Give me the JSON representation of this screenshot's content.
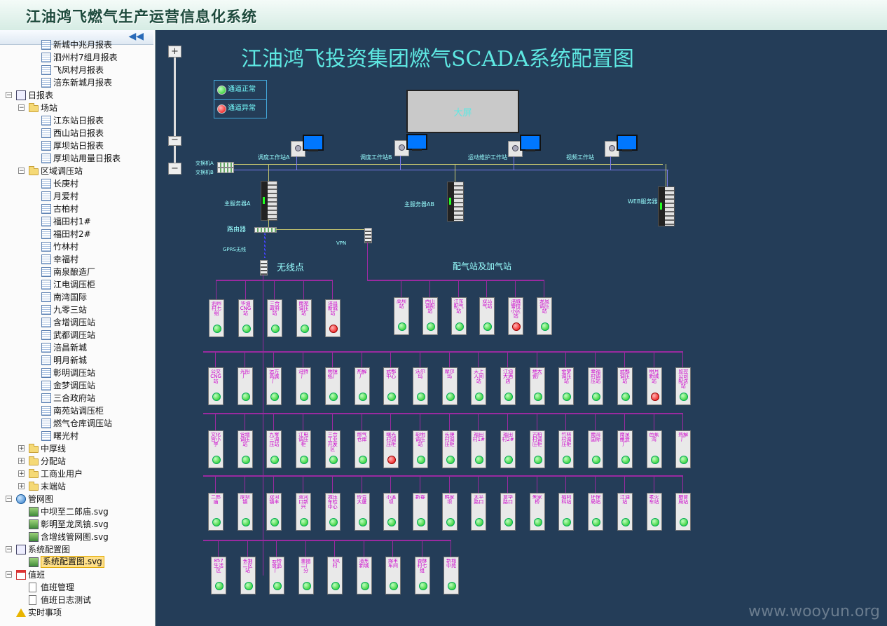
{
  "app_title": "江油鸿飞燃气生产运营信息化系统",
  "sidebar": {
    "collapse_icon": "double-left-arrow-icon",
    "tree": [
      {
        "label": "新城中兆月报表",
        "level": 3,
        "icon": "report",
        "partial": true
      },
      {
        "label": "泗州村7组月报表",
        "level": 3,
        "icon": "report"
      },
      {
        "label": "飞凤村月报表",
        "level": 3,
        "icon": "report"
      },
      {
        "label": "涪东新城月报表",
        "level": 3,
        "icon": "report"
      },
      {
        "label": "日报表",
        "level": 1,
        "icon": "book",
        "toggle": "−"
      },
      {
        "label": "场站",
        "level": 2,
        "icon": "folder",
        "toggle": "−"
      },
      {
        "label": "江东站日报表",
        "level": 3,
        "icon": "report"
      },
      {
        "label": "西山站日报表",
        "level": 3,
        "icon": "report"
      },
      {
        "label": "厚坝站日报表",
        "level": 3,
        "icon": "report"
      },
      {
        "label": "厚坝站用量日报表",
        "level": 3,
        "icon": "report"
      },
      {
        "label": "区域调压站",
        "level": 2,
        "icon": "folder",
        "toggle": "−"
      },
      {
        "label": "长庚村",
        "level": 3,
        "icon": "report"
      },
      {
        "label": "月爱村",
        "level": 3,
        "icon": "report"
      },
      {
        "label": "古柏村",
        "level": 3,
        "icon": "report"
      },
      {
        "label": "福田村1#",
        "level": 3,
        "icon": "report"
      },
      {
        "label": "福田村2#",
        "level": 3,
        "icon": "report"
      },
      {
        "label": "竹林村",
        "level": 3,
        "icon": "report"
      },
      {
        "label": "幸福村",
        "level": 3,
        "icon": "report"
      },
      {
        "label": "南泉酿造厂",
        "level": 3,
        "icon": "report"
      },
      {
        "label": "江电调压柜",
        "level": 3,
        "icon": "report"
      },
      {
        "label": "南湾国际",
        "level": 3,
        "icon": "report"
      },
      {
        "label": "九零三站",
        "level": 3,
        "icon": "report"
      },
      {
        "label": "含增调压站",
        "level": 3,
        "icon": "report"
      },
      {
        "label": "武都调压站",
        "level": 3,
        "icon": "report"
      },
      {
        "label": "涪昌新城",
        "level": 3,
        "icon": "report"
      },
      {
        "label": "明月新城",
        "level": 3,
        "icon": "report"
      },
      {
        "label": "彰明调压站",
        "level": 3,
        "icon": "report"
      },
      {
        "label": "金梦调压站",
        "level": 3,
        "icon": "report"
      },
      {
        "label": "三合政府站",
        "level": 3,
        "icon": "report"
      },
      {
        "label": "南苑站调压柜",
        "level": 3,
        "icon": "report"
      },
      {
        "label": "燃气仓库调压站",
        "level": 3,
        "icon": "report"
      },
      {
        "label": "曙光村",
        "level": 3,
        "icon": "report"
      },
      {
        "label": "中厚线",
        "level": 2,
        "icon": "folder",
        "toggle": "+"
      },
      {
        "label": "分配站",
        "level": 2,
        "icon": "folder",
        "toggle": "+"
      },
      {
        "label": "工商业用户",
        "level": 2,
        "icon": "folder",
        "toggle": "+"
      },
      {
        "label": "末端站",
        "level": 2,
        "icon": "folder",
        "toggle": "+"
      },
      {
        "label": "管网图",
        "level": 1,
        "icon": "globe",
        "toggle": "−"
      },
      {
        "label": "中坝至二郎庙.svg",
        "level": 2,
        "icon": "svg"
      },
      {
        "label": "彰明至龙凤镇.svg",
        "level": 2,
        "icon": "svg"
      },
      {
        "label": "含增线管网图.svg",
        "level": 2,
        "icon": "svg"
      },
      {
        "label": "系统配置图",
        "level": 1,
        "icon": "book",
        "toggle": "−"
      },
      {
        "label": "系统配置图.svg",
        "level": 2,
        "icon": "svg",
        "selected": true
      },
      {
        "label": "值班",
        "level": 1,
        "icon": "calendar",
        "toggle": "−"
      },
      {
        "label": "值班管理",
        "level": 2,
        "icon": "doc"
      },
      {
        "label": "值班日志测试",
        "level": 2,
        "icon": "doc"
      },
      {
        "label": "实时事项",
        "level": 1,
        "icon": "warning"
      }
    ]
  },
  "diagram": {
    "title": "江油鸿飞投资集团燃气SCADA系统配置图",
    "zoom": {
      "plus": "+",
      "minus": "−",
      "minus_bottom": "−"
    },
    "legend": [
      {
        "label": "通道正常",
        "color": "#22d022"
      },
      {
        "label": "通道异常",
        "color": "#e01010"
      }
    ],
    "big_screen": "大屏",
    "workstations": [
      "调度工作站A",
      "调度工作站B",
      "运动维护工作站",
      "视频工作站"
    ],
    "switches": [
      "交换机A",
      "交换机B"
    ],
    "servers": [
      "主服务器A",
      "主服务器AB",
      "WEB服务器"
    ],
    "router": "路由器",
    "gprs": "GPRS无线",
    "vpn": "VPN",
    "wireless_group": "无线点",
    "station_group": "配气站及加气站",
    "rows": [
      {
        "group": "wireless",
        "stations": [
          {
            "name": "泗州村七组",
            "status": "ok"
          },
          {
            "name": "华油CNG站",
            "status": "ok"
          },
          {
            "name": "三合政府站",
            "status": "ok"
          },
          {
            "name": "南苑调压站",
            "status": "ok"
          },
          {
            "name": "涪昌新城站",
            "status": "fault"
          }
        ]
      },
      {
        "group": "station",
        "stations": [
          {
            "name": "高坝站",
            "status": "ok"
          },
          {
            "name": "西山调配站",
            "status": "ok"
          },
          {
            "name": "江东配气站",
            "status": "ok"
          },
          {
            "name": "双马气站",
            "status": "ok"
          },
          {
            "name": "涪城警校小区站",
            "status": "fault"
          },
          {
            "name": "龙凤调压站",
            "status": "ok"
          }
        ]
      },
      {
        "group": "wireless",
        "stations": [
          {
            "name": "公交CNG站",
            "status": "ok"
          },
          {
            "name": "光阳厂",
            "status": "ok"
          },
          {
            "name": "远方高城厂",
            "status": "ok"
          },
          {
            "name": "涪特厂",
            "status": "ok"
          },
          {
            "name": "明镜纸厂",
            "status": "ok"
          },
          {
            "name": "热解厂",
            "status": "ok"
          },
          {
            "name": "武都中心",
            "status": "ok"
          },
          {
            "name": "沃尔玛",
            "status": "ok"
          },
          {
            "name": "摩尔玛",
            "status": "ok"
          },
          {
            "name": "天上人间站",
            "status": "ok"
          },
          {
            "name": "江油大酒店",
            "status": "ok"
          },
          {
            "name": "地大瓷厂",
            "status": "ok"
          },
          {
            "name": "金梦调压站",
            "status": "ok"
          },
          {
            "name": "幸福村调压站",
            "status": "ok"
          },
          {
            "name": "武都调压站",
            "status": "ok"
          },
          {
            "name": "明月新城站",
            "status": "fault"
          },
          {
            "name": "监控公司配送站",
            "status": "ok"
          }
        ]
      },
      {
        "group": "wireless",
        "stations": [
          {
            "name": "文化宫小学",
            "status": "ok"
          },
          {
            "name": "含增调压站",
            "status": "ok"
          },
          {
            "name": "九零三调压站",
            "status": "ok"
          },
          {
            "name": "江电调压柜",
            "status": "ok"
          },
          {
            "name": "三合工业开发区",
            "status": "ok"
          },
          {
            "name": "燃气仓库",
            "status": "ok"
          },
          {
            "name": "曙光村调压柜",
            "status": "fault"
          },
          {
            "name": "彰明调压站",
            "status": "ok"
          },
          {
            "name": "长庚村调压柜",
            "status": "ok"
          },
          {
            "name": "福田村1#",
            "status": "ok"
          },
          {
            "name": "福田村2#",
            "status": "ok"
          },
          {
            "name": "古柏村调压柜",
            "status": "ok"
          },
          {
            "name": "竹林村调压柜",
            "status": "ok"
          },
          {
            "name": "南湾国际",
            "status": "ok"
          },
          {
            "name": "南泉酿造厂",
            "status": "ok"
          },
          {
            "name": "芭蕉湾",
            "status": "ok"
          },
          {
            "name": "热解厂",
            "status": "ok"
          }
        ]
      },
      {
        "group": "wireless",
        "stations": [
          {
            "name": "二郎庙",
            "status": "ok"
          },
          {
            "name": "厚坝镇",
            "status": "ok"
          },
          {
            "name": "双河镇丰",
            "status": "ok"
          },
          {
            "name": "双河口新兴",
            "status": "ok"
          },
          {
            "name": "减压车检中心",
            "status": "ok"
          },
          {
            "name": "侨合大厦",
            "status": "ok"
          },
          {
            "name": "小溪坝",
            "status": "ok"
          },
          {
            "name": "新春",
            "status": "ok"
          },
          {
            "name": "韩家坝",
            "status": "ok"
          },
          {
            "name": "太平路口",
            "status": "ok"
          },
          {
            "name": "意华路口",
            "status": "ok"
          },
          {
            "name": "朱家桥",
            "status": "ok"
          },
          {
            "name": "福利科站",
            "status": "ok"
          },
          {
            "name": "环保局站",
            "status": "ok"
          },
          {
            "name": "江油站",
            "status": "ok"
          },
          {
            "name": "老火车站",
            "status": "ok"
          },
          {
            "name": "粮食局站",
            "status": "ok"
          }
        ]
      },
      {
        "group": "wireless",
        "stations": [
          {
            "name": "857生活区",
            "status": "ok"
          },
          {
            "name": "长钢二区站",
            "status": "ok"
          },
          {
            "name": "云桥食品厂",
            "status": "ok"
          },
          {
            "name": "重刚二厂分",
            "status": "ok"
          },
          {
            "name": "飞凤村",
            "status": "ok"
          },
          {
            "name": "涪东新城",
            "status": "ok"
          },
          {
            "name": "绵丰车间",
            "status": "ok"
          },
          {
            "name": "香酥村七组",
            "status": "ok"
          },
          {
            "name": "新城中苑",
            "status": "ok"
          }
        ]
      }
    ]
  },
  "watermark": "www.wooyun.org"
}
